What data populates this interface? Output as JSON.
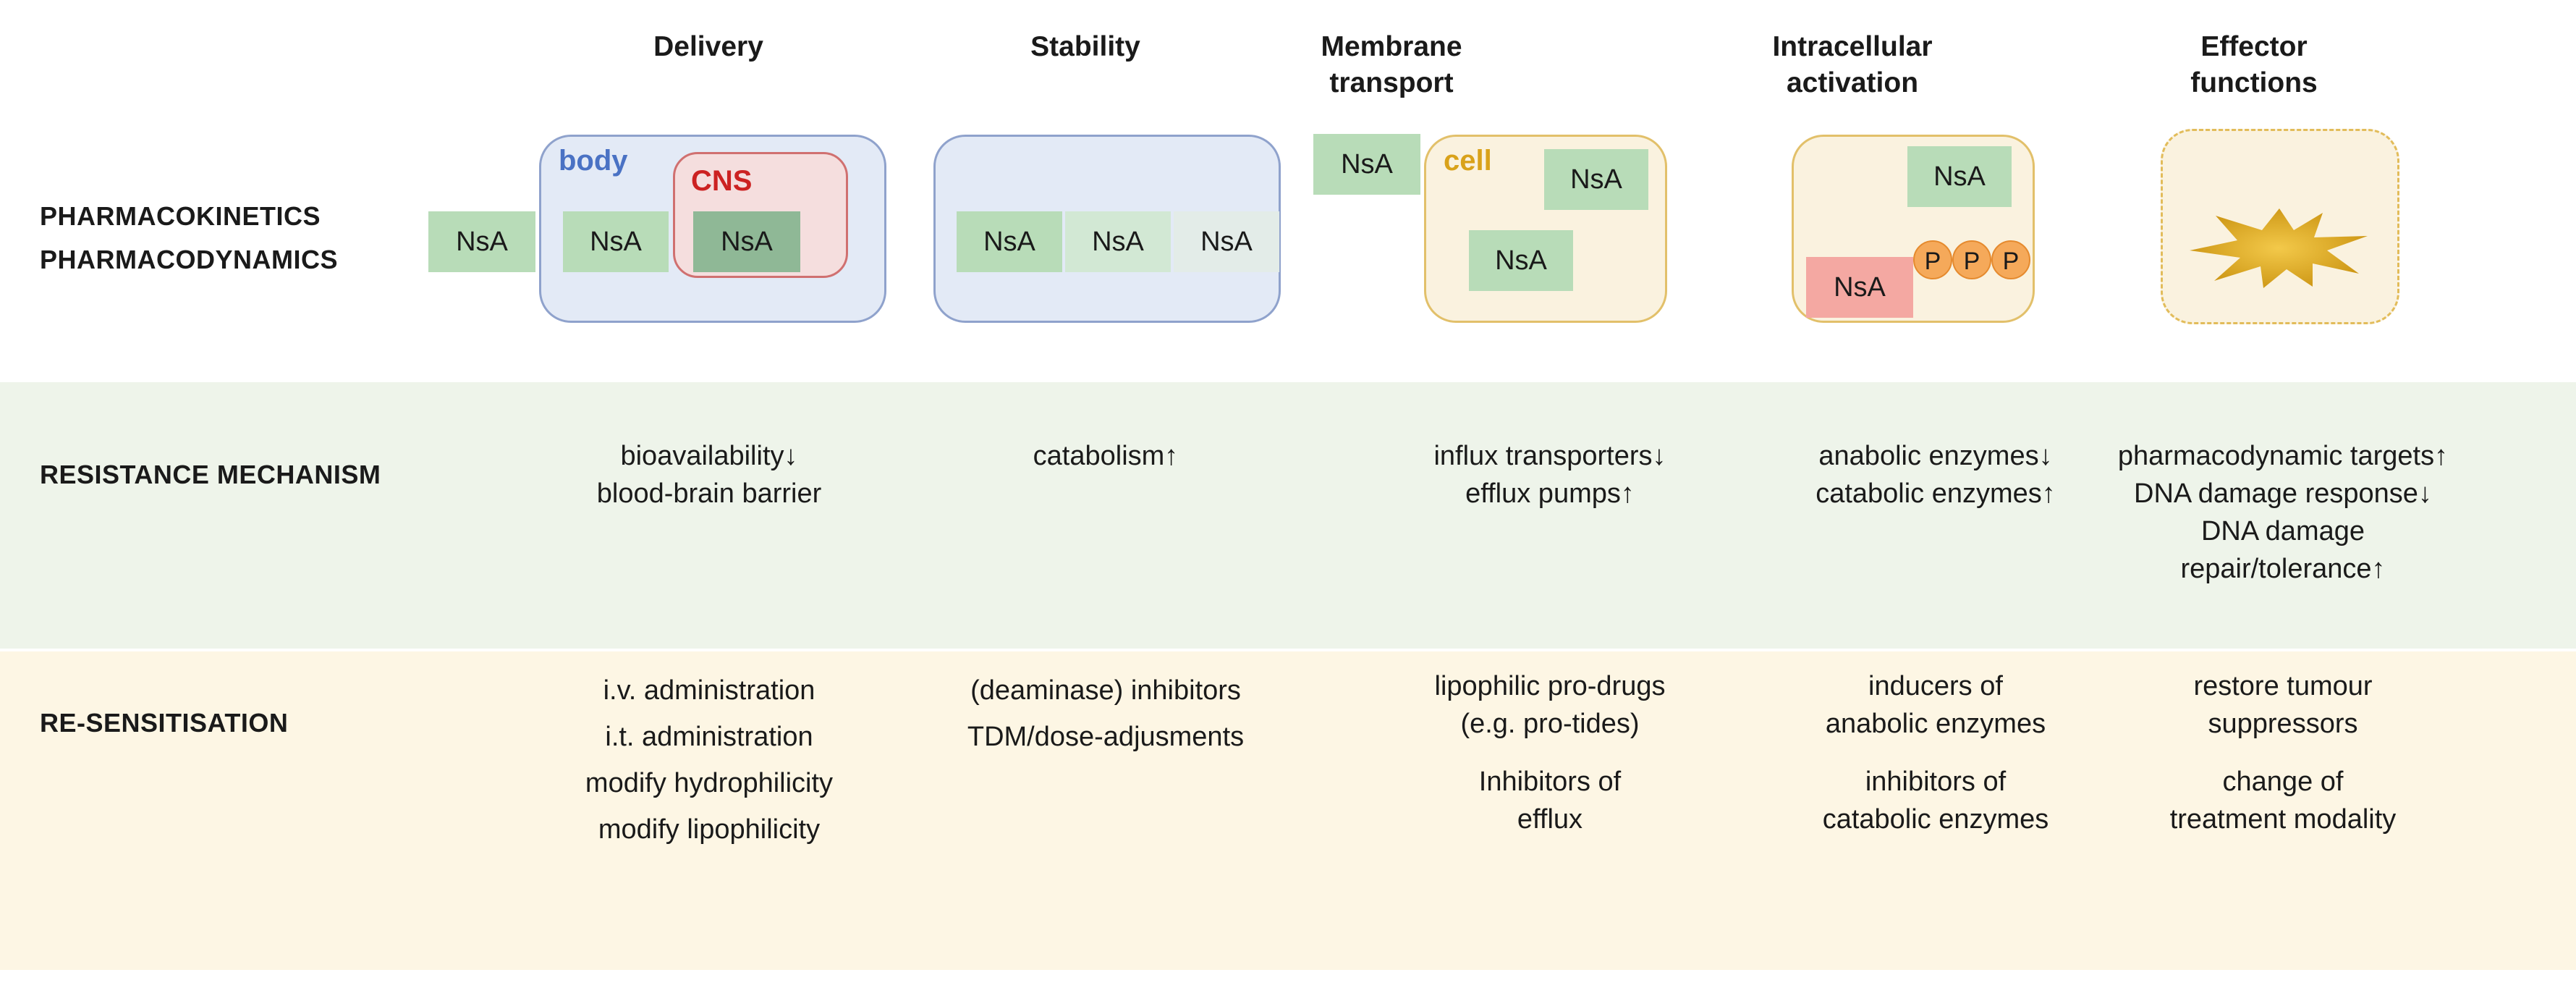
{
  "columns": [
    "Delivery",
    "Stability",
    "Membrane transport",
    "Intracellular activation",
    "Effector functions"
  ],
  "row_labels": {
    "pk": "PHARMACOKINETICS",
    "pd": "PHARMACODYNAMICS",
    "resistance": "RESISTANCE MECHANISM",
    "resensitisation": "RE-SENSITISATION"
  },
  "diagram": {
    "nsa": "NsA",
    "body_label": "body",
    "cns_label": "CNS",
    "cell_label": "cell",
    "phosphate": "P",
    "colors": {
      "nsa_green": "#b8dcb8",
      "nsa_green_dark": "#8fb896",
      "nsa_red": "#f4a8a2",
      "body_blue": "#4a72c4",
      "cns_red": "#cc2222",
      "cell_gold": "#d9a21a",
      "burst_gold": "#d9a318"
    }
  },
  "resistance": [
    [
      "bioavailability↓",
      "blood-brain barrier"
    ],
    [
      "catabolism↑"
    ],
    [
      "influx transporters↓",
      "efflux pumps↑"
    ],
    [
      "anabolic enzymes↓",
      "catabolic enzymes↑"
    ],
    [
      "pharmacodynamic targets↑",
      "DNA damage response↓",
      "DNA damage",
      "repair/tolerance↑"
    ]
  ],
  "resensitisation": {
    "delivery": [
      "i.v. administration",
      "i.t. administration",
      "modify hydrophilicity",
      "modify lipophilicity"
    ],
    "stability": [
      "(deaminase) inhibitors",
      "TDM/dose-adjusments"
    ],
    "membrane": [
      "lipophilic pro-drugs",
      "(e.g. pro-tides)",
      "Inhibitors of",
      "efflux"
    ],
    "activation": [
      "inducers of",
      "anabolic enzymes",
      "inhibitors of",
      "catabolic enzymes"
    ],
    "effector": [
      "restore tumour",
      "suppressors",
      "change of",
      "treatment modality"
    ]
  }
}
